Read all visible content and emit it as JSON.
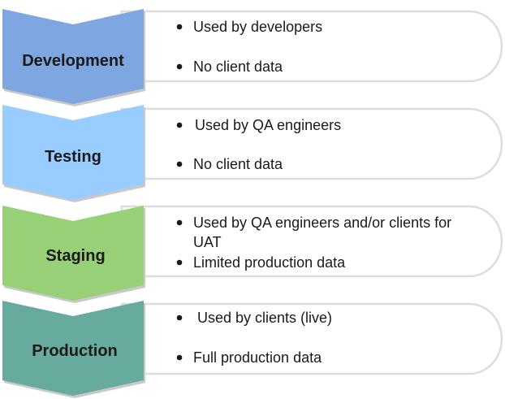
{
  "stages": [
    {
      "label": "Development",
      "color": "#7ea6e0",
      "bullets": [
        {
          "lines": [
            "Used by developers"
          ]
        },
        {
          "lines": [
            "No client data"
          ]
        }
      ]
    },
    {
      "label": "Testing",
      "color": "#99ccff",
      "bullets": [
        {
          "lines": [
            "Used by QA engineers"
          ]
        },
        {
          "lines": [
            "No client data"
          ]
        }
      ]
    },
    {
      "label": "Staging",
      "color": "#97d077",
      "bullets": [
        {
          "lines": [
            "Used by QA engineers and/or clients for",
            "UAT"
          ]
        },
        {
          "lines": [
            "Limited production data"
          ]
        }
      ]
    },
    {
      "label": "Production",
      "color": "#67ab9f",
      "bullets": [
        {
          "lines": [
            "Used by clients (live)"
          ]
        },
        {
          "lines": [
            "Full production data"
          ]
        }
      ]
    }
  ]
}
